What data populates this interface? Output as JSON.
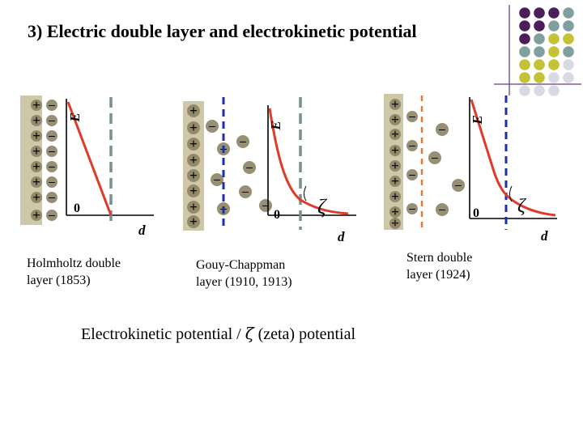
{
  "title": "3) Electric double layer and electrokinetic potential",
  "panels": [
    {
      "id": "holmholtz",
      "caption_line1": "Holmholtz double",
      "caption_line2": "layer (1853)",
      "axis_y": "E",
      "origin": "0",
      "axis_x": "d"
    },
    {
      "id": "gouy",
      "caption_line1": "Gouy-Chappman",
      "caption_line2": "layer (1910, 1913)",
      "axis_y": "E",
      "origin": "0",
      "axis_x": "d",
      "zeta": "ζ"
    },
    {
      "id": "stern",
      "caption_line1": "Stern double",
      "caption_line2": "layer (1924)",
      "axis_y": "E",
      "origin": "0",
      "axis_x": "d",
      "zeta": "ζ"
    }
  ],
  "footer": {
    "before": "Electrokinetic potential / ",
    "zeta": "ζ",
    "after": " (zeta) potential"
  },
  "symbols": {
    "plus": "+",
    "minus": "–"
  },
  "colors": {
    "surface": "#cfc8a8",
    "ion_fill": "#8c8364",
    "curve": "#e03a2a",
    "plane_gray": "#7a9090",
    "plane_blue": "#1f2fa6",
    "plane_orange": "#e07a3a",
    "dot_purple": "#4b1f5b",
    "dot_teal": "#7f9e9e",
    "dot_olive": "#c2c234",
    "dot_light": "#d9d9e3",
    "deco_line": "#7d5a96"
  }
}
